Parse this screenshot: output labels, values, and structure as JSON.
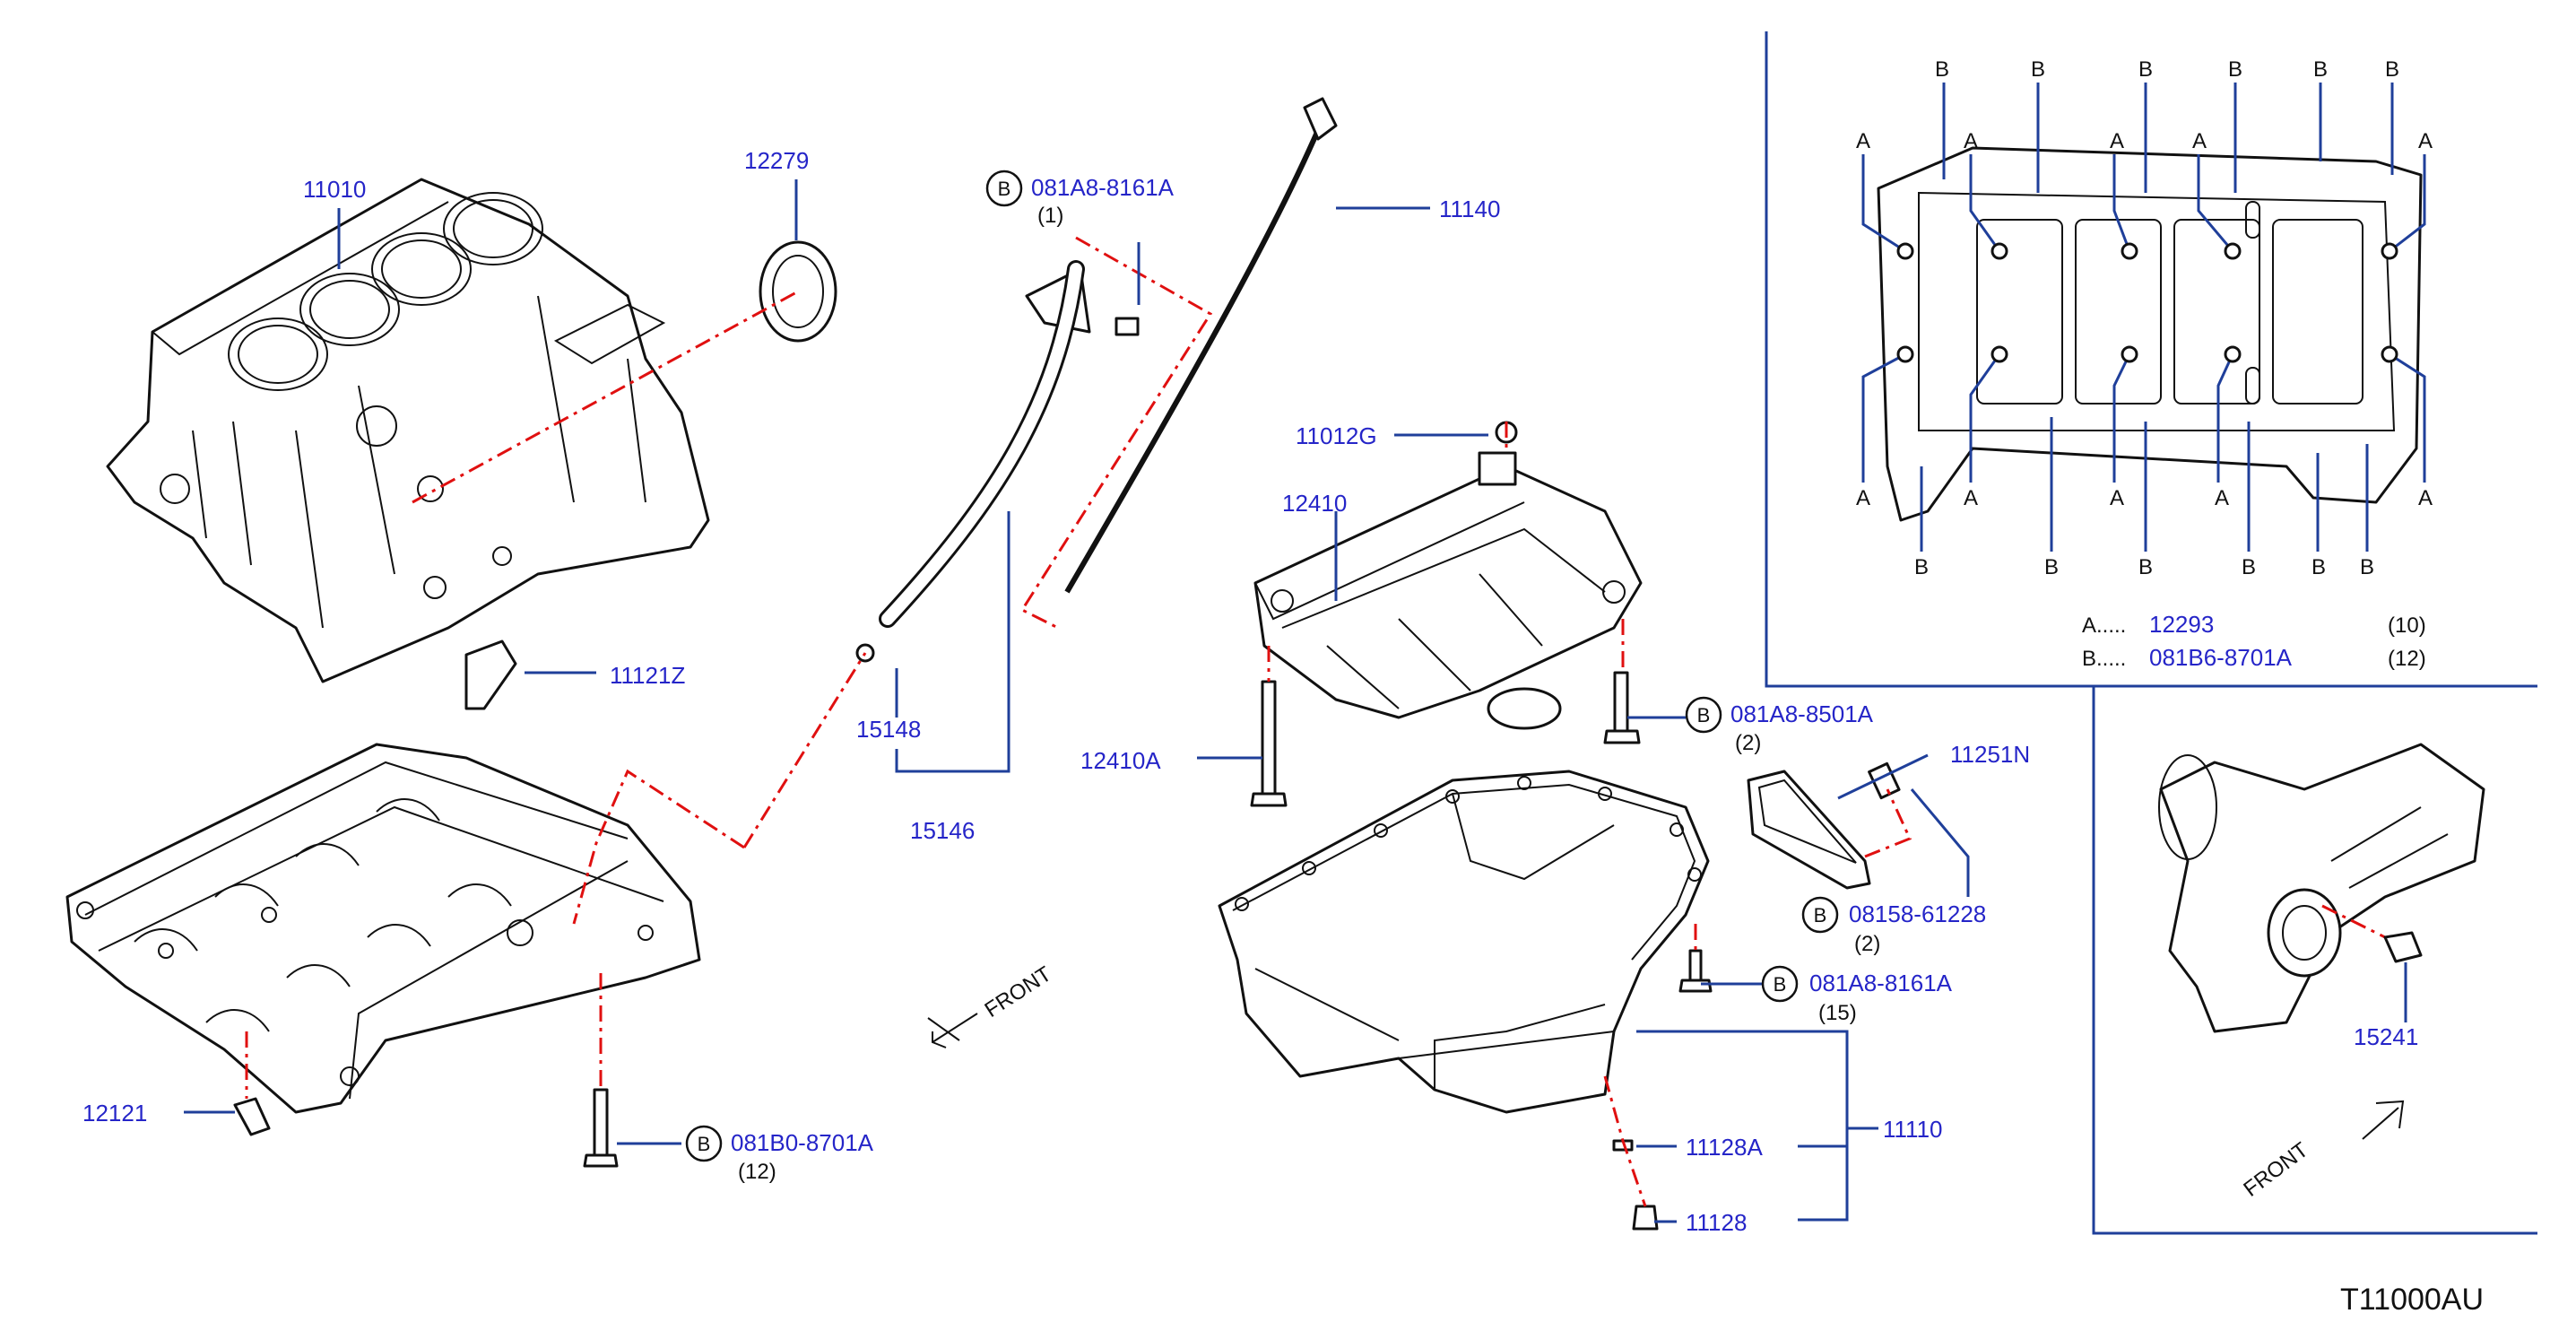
{
  "labels": {
    "p11010": "11010",
    "p12279": "12279",
    "p081A8_8161A_top": "081A8-8161A",
    "q1": "(1)",
    "p11140": "11140",
    "p11121Z": "11121Z",
    "p15148": "15148",
    "p15146": "15146",
    "p11012G": "11012G",
    "p12410": "12410",
    "p12410A": "12410A",
    "p081A8_8501A": "081A8-8501A",
    "q2a": "(2)",
    "p11251N": "11251N",
    "p08158_61228": "08158-61228",
    "q2b": "(2)",
    "p081A8_8161A_pan": "081A8-8161A",
    "q15": "(15)",
    "p12121": "12121",
    "p081B0_8701A": "081B0-8701A",
    "q12": "(12)",
    "p11128A": "11128A",
    "p11110": "11110",
    "p11128": "11128",
    "p15241": "15241",
    "front_left": "FRONT",
    "front_right": "FRONT",
    "bolt_marker": "B",
    "diagram_code": "T11000AU"
  },
  "inset_block": {
    "marker_a": "A",
    "marker_b": "B",
    "legend_a_key": "A.....",
    "legend_a_part": "12293",
    "legend_a_qty": "(10)",
    "legend_b_key": "B.....",
    "legend_b_part": "081B6-8701A",
    "legend_b_qty": "(12)"
  },
  "colors": {
    "part_number": "#2525c8",
    "leader": "#1f3f9a",
    "phantom_line": "#e01010"
  }
}
